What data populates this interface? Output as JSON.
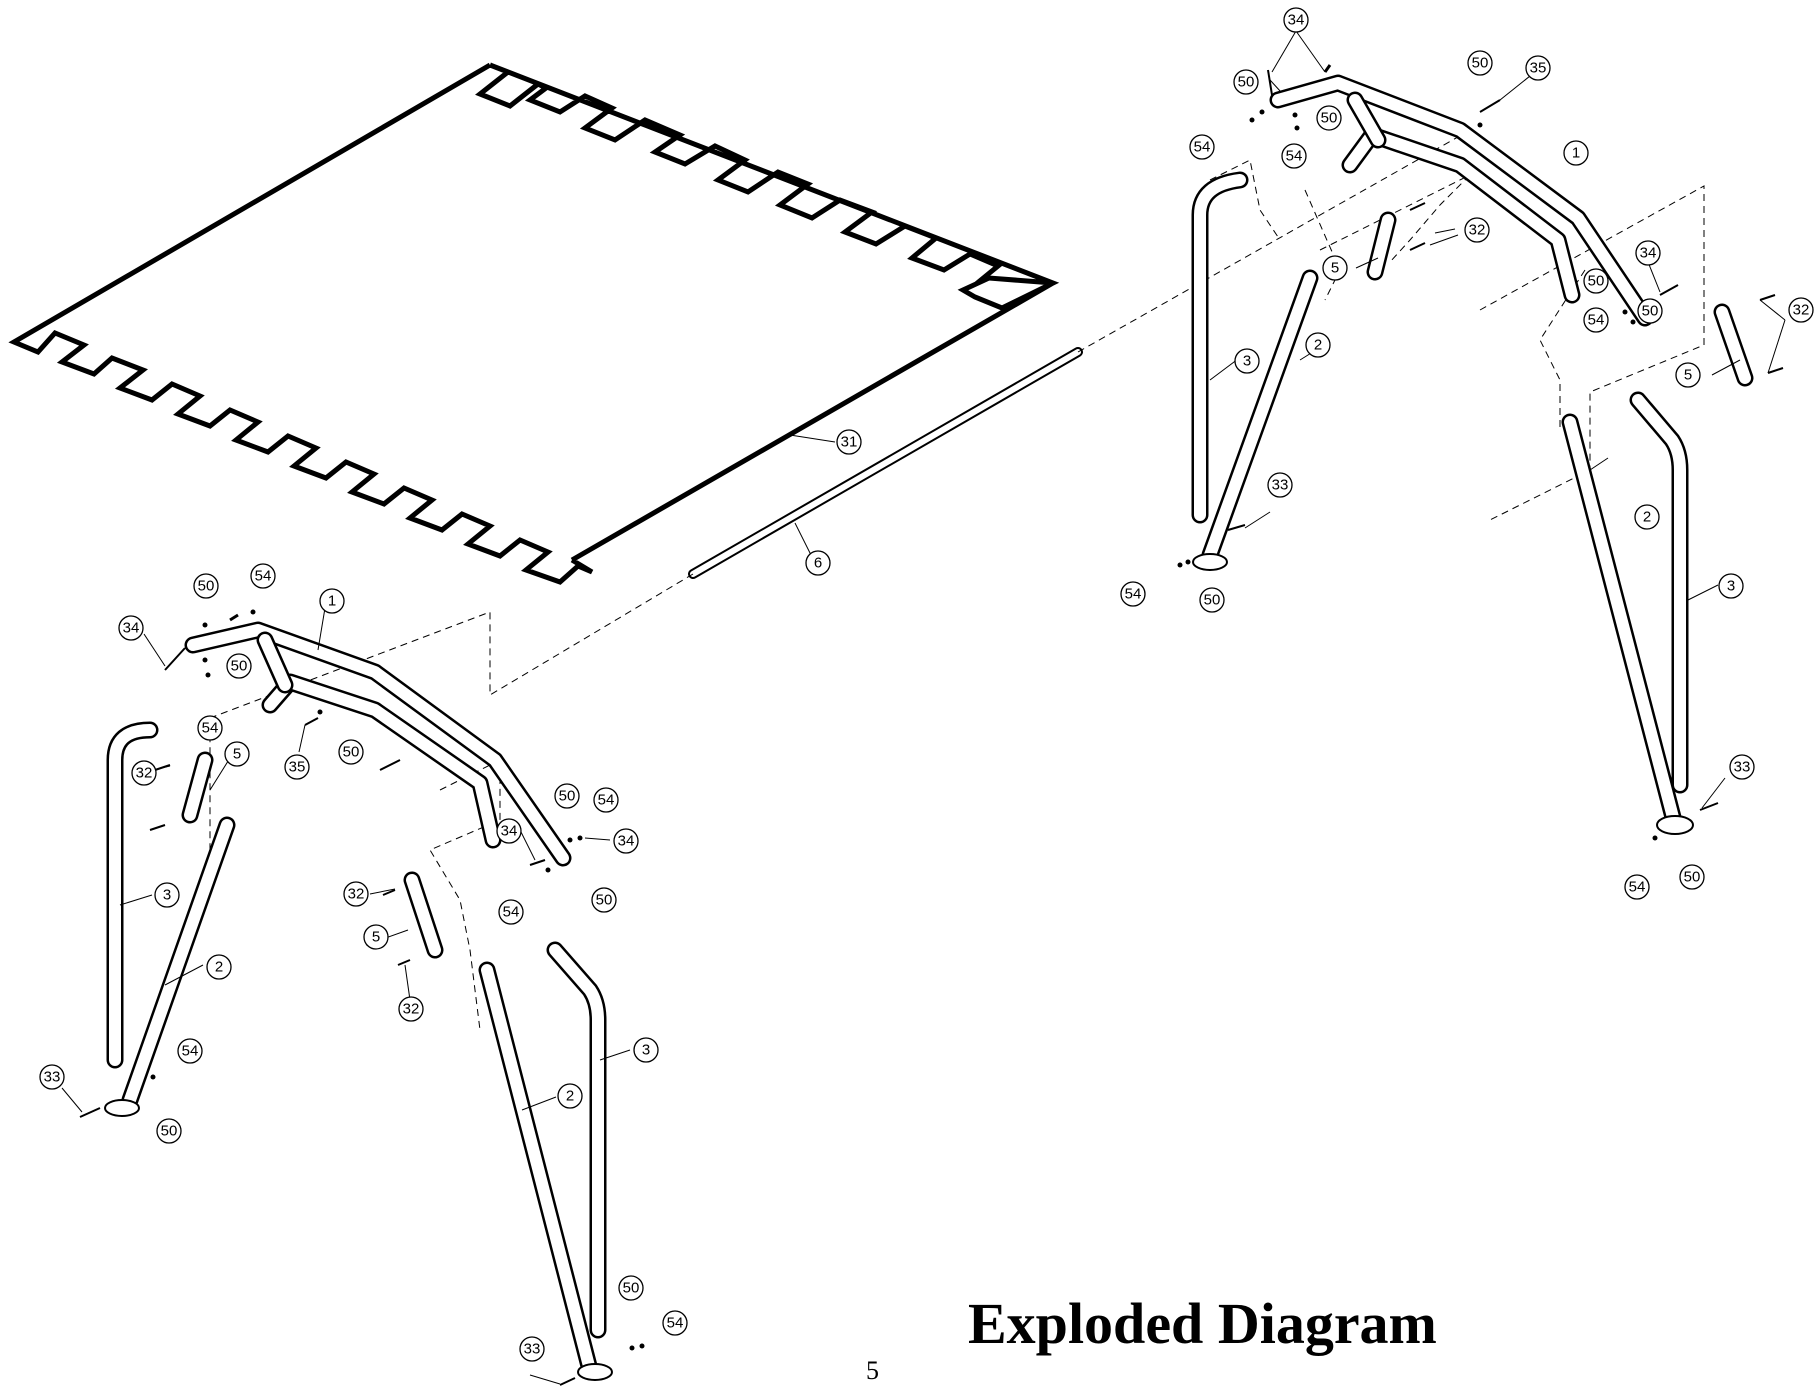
{
  "title": "Exploded Diagram",
  "page_number": "5",
  "callouts": [
    {
      "label": "31",
      "part": "canopy"
    },
    {
      "label": "6",
      "part": "rear-pole"
    },
    {
      "label": "1",
      "part": "front-top-frame"
    },
    {
      "label": "2",
      "part": "front-left-leg-2"
    },
    {
      "label": "3",
      "part": "front-left-leg-3"
    },
    {
      "label": "5",
      "part": "front-left-bracket"
    },
    {
      "label": "2",
      "part": "front-right-leg-2"
    },
    {
      "label": "3",
      "part": "front-right-leg-3"
    },
    {
      "label": "5",
      "part": "front-right-bracket"
    },
    {
      "label": "32",
      "part": "front-left-pin-a"
    },
    {
      "label": "32",
      "part": "front-right-pin-a"
    },
    {
      "label": "32",
      "part": "front-right-pin-b"
    },
    {
      "label": "33",
      "part": "front-left-foot-pin"
    },
    {
      "label": "33",
      "part": "front-right-foot-pin"
    },
    {
      "label": "34",
      "part": "front-left-bolt"
    },
    {
      "label": "34",
      "part": "front-right-bolt-a"
    },
    {
      "label": "34",
      "part": "front-right-bolt-b"
    },
    {
      "label": "35",
      "part": "front-mid-screw"
    },
    {
      "label": "50",
      "part": "front-washer-a"
    },
    {
      "label": "50",
      "part": "front-washer-b"
    },
    {
      "label": "50",
      "part": "front-washer-c"
    },
    {
      "label": "50",
      "part": "front-washer-d"
    },
    {
      "label": "50",
      "part": "front-washer-e"
    },
    {
      "label": "50",
      "part": "front-washer-f"
    },
    {
      "label": "50",
      "part": "front-washer-g"
    },
    {
      "label": "54",
      "part": "front-nut-a"
    },
    {
      "label": "54",
      "part": "front-nut-b"
    },
    {
      "label": "54",
      "part": "front-nut-c"
    },
    {
      "label": "54",
      "part": "front-nut-d"
    },
    {
      "label": "54",
      "part": "front-nut-e"
    },
    {
      "label": "54",
      "part": "front-nut-f"
    },
    {
      "label": "1",
      "part": "rear-top-frame"
    },
    {
      "label": "2",
      "part": "rear-left-leg-2"
    },
    {
      "label": "3",
      "part": "rear-left-leg-3"
    },
    {
      "label": "5",
      "part": "rear-left-bracket"
    },
    {
      "label": "2",
      "part": "rear-right-leg-2"
    },
    {
      "label": "3",
      "part": "rear-right-leg-3"
    },
    {
      "label": "5",
      "part": "rear-right-bracket"
    },
    {
      "label": "32",
      "part": "rear-left-pin"
    },
    {
      "label": "32",
      "part": "rear-right-pin"
    },
    {
      "label": "33",
      "part": "rear-left-foot-pin"
    },
    {
      "label": "33",
      "part": "rear-right-foot-pin"
    },
    {
      "label": "34",
      "part": "rear-left-bolt"
    },
    {
      "label": "34",
      "part": "rear-right-bolt"
    },
    {
      "label": "35",
      "part": "rear-mid-screw"
    },
    {
      "label": "50",
      "part": "rear-washer-a"
    },
    {
      "label": "50",
      "part": "rear-washer-b"
    },
    {
      "label": "50",
      "part": "rear-washer-c"
    },
    {
      "label": "50",
      "part": "rear-washer-d"
    },
    {
      "label": "50",
      "part": "rear-washer-e"
    },
    {
      "label": "50",
      "part": "rear-washer-f"
    },
    {
      "label": "50",
      "part": "rear-washer-g"
    },
    {
      "label": "54",
      "part": "rear-nut-a"
    },
    {
      "label": "54",
      "part": "rear-nut-b"
    },
    {
      "label": "54",
      "part": "rear-nut-c"
    },
    {
      "label": "54",
      "part": "rear-nut-d"
    },
    {
      "label": "54",
      "part": "rear-nut-e"
    }
  ]
}
